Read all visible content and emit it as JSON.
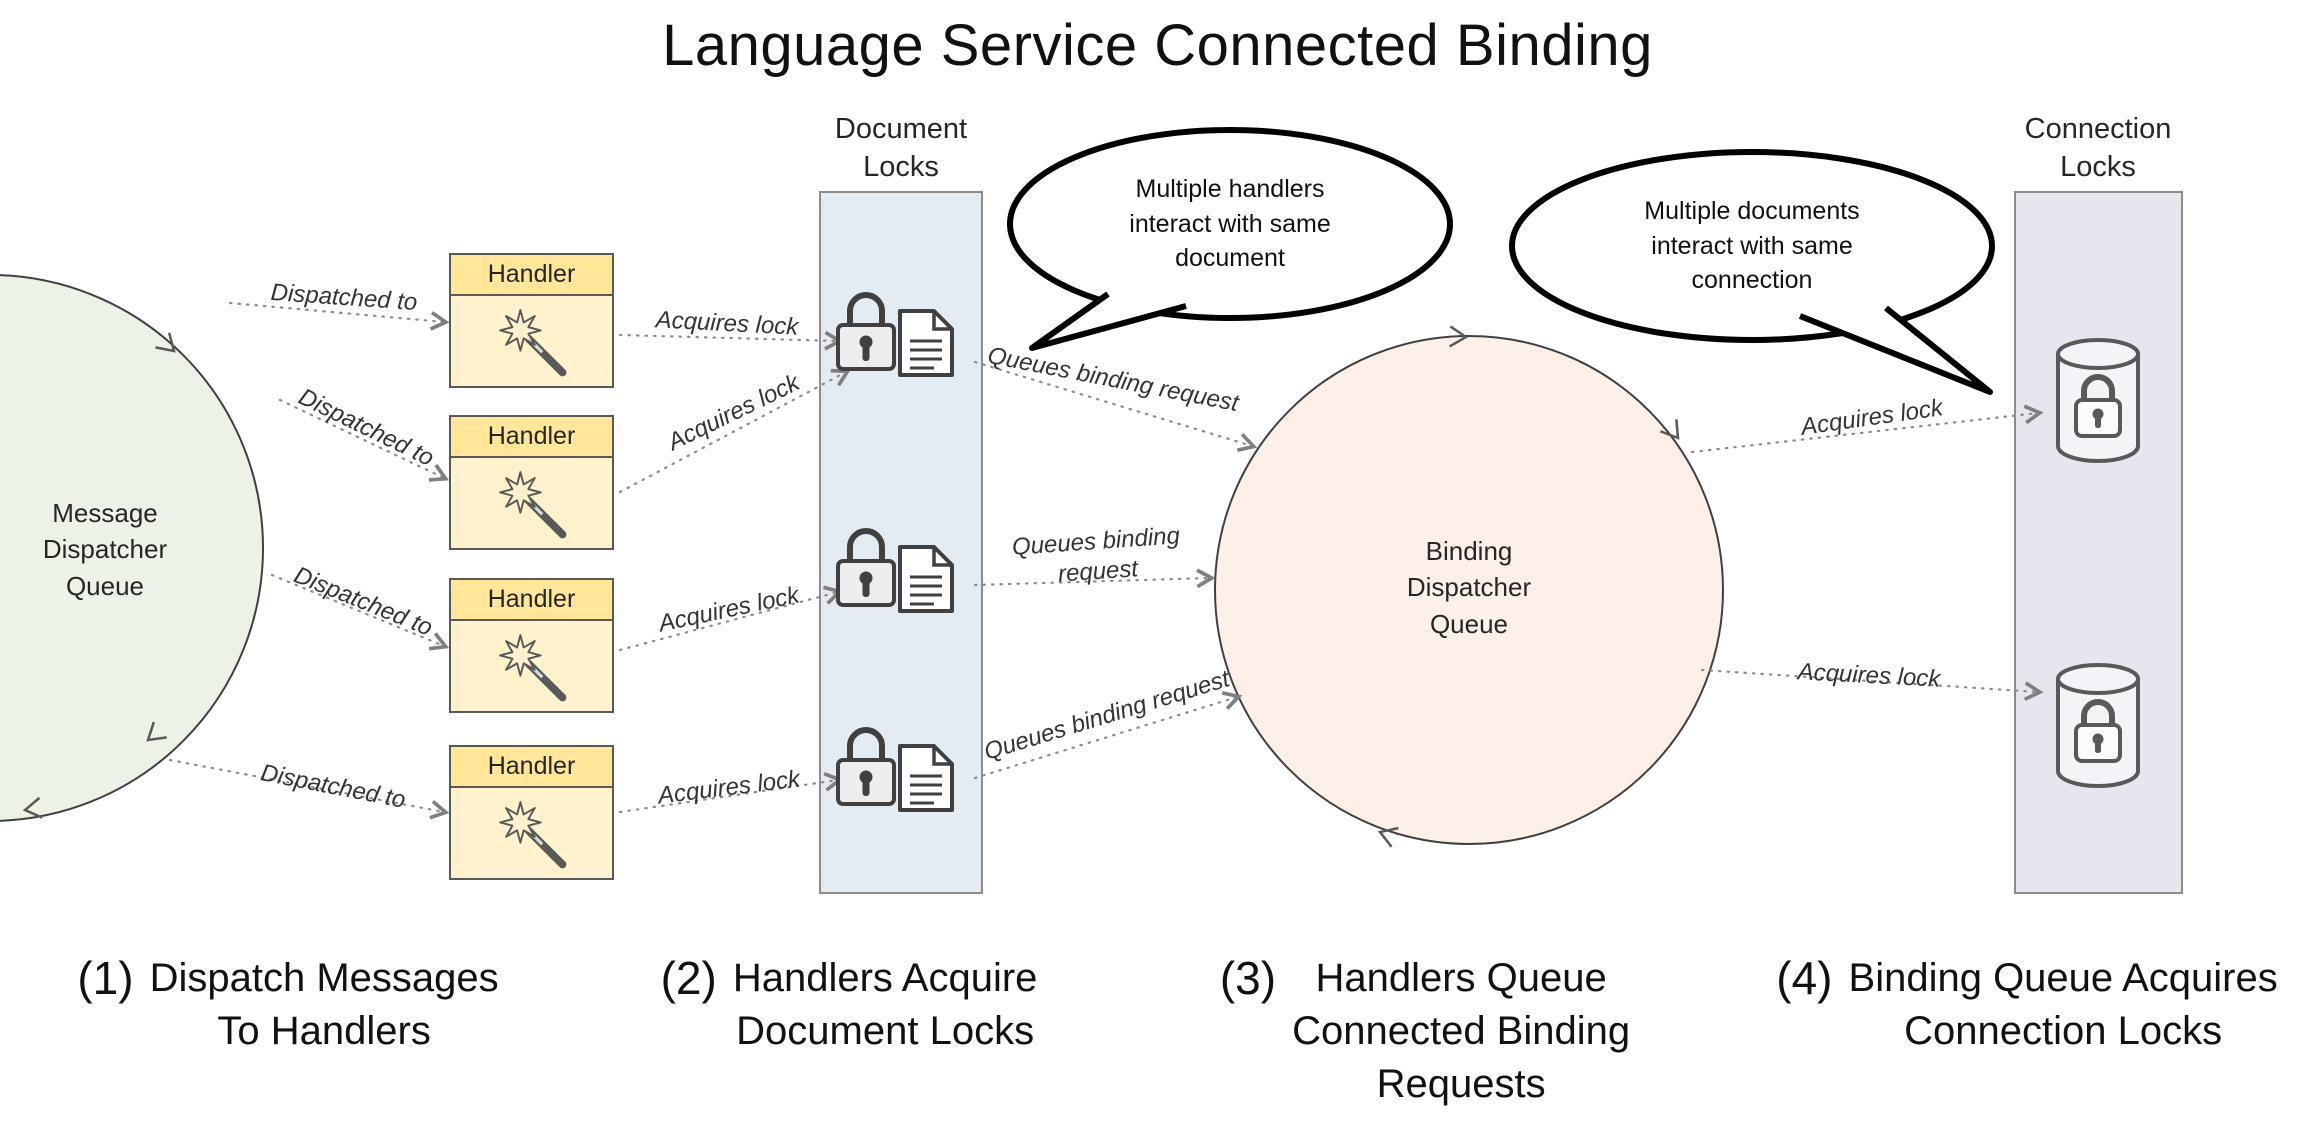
{
  "title": "Language Service Connected Binding",
  "message_queue": {
    "lines": [
      "Message",
      "Dispatcher",
      "Queue"
    ]
  },
  "binding_queue": {
    "lines": [
      "Binding",
      "Dispatcher",
      "Queue"
    ]
  },
  "document_locks": {
    "lines": [
      "Document",
      "Locks"
    ]
  },
  "connection_locks": {
    "lines": [
      "Connection",
      "Locks"
    ]
  },
  "handler_label": "Handler",
  "bubbles": {
    "bubble1": "Multiple handlers interact with same document",
    "bubble2": "Multiple documents interact with same connection"
  },
  "edge_labels": {
    "dispatched_to": "Dispatched to",
    "acquires_lock": "Acquires lock",
    "queues_binding_request": "Queues binding request"
  },
  "captions": [
    {
      "num": "(1)",
      "lines": [
        "Dispatch Messages",
        "To Handlers"
      ]
    },
    {
      "num": "(2)",
      "lines": [
        "Handlers Acquire",
        "Document Locks"
      ]
    },
    {
      "num": "(3)",
      "lines": [
        "Handlers Queue",
        "Connected Binding",
        "Requests"
      ]
    },
    {
      "num": "(4)",
      "lines": [
        "Binding Queue Acquires",
        "Connection Locks"
      ]
    }
  ],
  "colors": {
    "handler_header": "#ffe699",
    "handler_body": "#fff2cc",
    "document_locks_column": "#e2ecf2",
    "connection_locks_column": "#e7e6ef",
    "message_queue_circle": "#edf2e7",
    "binding_queue_circle": "#fcf0e9",
    "connector": "#8c8c8c",
    "bubble_border": "#000000"
  }
}
